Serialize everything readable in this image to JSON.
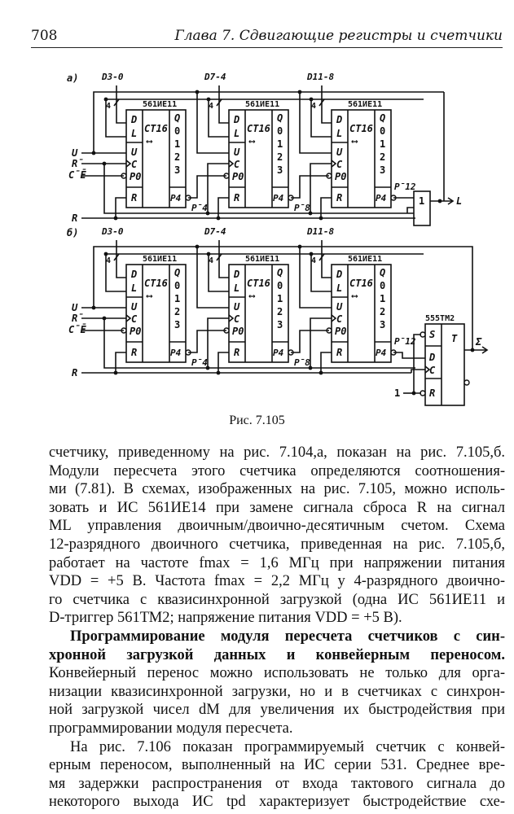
{
  "header": {
    "page_number": "708",
    "chapter_title": "Глава 7. Сдвигающие регистры и счетчики"
  },
  "figure": {
    "caption": "Рис. 7.105",
    "panel_a": {
      "label": "а)",
      "data_inputs": [
        "D3-0",
        "D7-4",
        "D11-8"
      ],
      "chip_name": "561ИЕ11",
      "inputs": [
        "U",
        "R̄",
        "C̄Ē",
        "R"
      ],
      "carry_labels": [
        "P̄4",
        "P̄8",
        "P̄12"
      ],
      "gate_label": "1",
      "output": "L"
    },
    "panel_b": {
      "label": "б)",
      "data_inputs": [
        "D3-0",
        "D7-4",
        "D11-8"
      ],
      "chip_name": "561ИЕ11",
      "inputs": [
        "U",
        "R̄",
        "C̄Ē",
        "R"
      ],
      "carry_labels": [
        "P̄4",
        "P̄8",
        "P̄12"
      ],
      "trigger_name": "555ТМ2",
      "trigger_pins": [
        "S",
        "D",
        "C",
        "R"
      ],
      "trigger_type": "T",
      "const_input": "1",
      "output": "Σ"
    },
    "chip_pins": {
      "dl": [
        "D",
        "L"
      ],
      "ctr": "CT16",
      "arrow": "⟷",
      "q": [
        "Q",
        "0",
        "1",
        "2",
        "3"
      ],
      "mid": [
        "U",
        "C",
        "P0"
      ],
      "reset": "R",
      "carry": "P4",
      "bus_width": "4"
    }
  },
  "body": {
    "lines": [
      {
        "t": "счетчику, приведенному на рис. 7.104,а, показан на рис. 7.105,б."
      },
      {
        "t": "Модули пересчета этого счетчика определяются соотношения-"
      },
      {
        "t": "ми (7.81). В схемах, изображенных на рис. 7.105, можно исполь-"
      },
      {
        "t": "зовать и ИС 561ИЕ14 при замене сигнала сброса R на сигнал"
      },
      {
        "t": "ML управления двоичным/двоично-десятичным счетом. Схема"
      },
      {
        "t": "12-разрядного двоичного счетчика, приведенная на рис. 7.105,б,"
      },
      {
        "t": "работает на частоте fmax = 1,6 МГц при напряжении питания"
      },
      {
        "t": "VDD = +5 В. Частота fmax = 2,2 МГц у 4-разрядного двоично-"
      },
      {
        "t": "го счетчика с квазисинхронной загрузкой (одна ИС 561ИЕ11 и"
      },
      {
        "t": "D-триггер 561ТМ2; напряжение питания VDD = +5 В).",
        "last": true
      },
      {
        "t": "Программирование модуля пересчета счетчиков с син-",
        "bold": true,
        "ind": true
      },
      {
        "t": "хронной загрузкой данных и конвейерным переносом.",
        "bold": true
      },
      {
        "t": "Конвейерный перенос можно использовать не только для орга-"
      },
      {
        "t": "низации квазисинхронной загрузки, но и в счетчиках с синхрон-"
      },
      {
        "t": "ной загрузкой чисел dM для увеличения их быстродействия при"
      },
      {
        "t": "программировании модуля пересчета.",
        "last": true
      },
      {
        "t": "На рис. 7.106 показан программируемый счетчик с конвей-",
        "ind": true
      },
      {
        "t": "ерным переносом, выполненный на ИС серии 531. Среднее вре-"
      },
      {
        "t": "мя задержки распространения от входа тактового сигнала до"
      },
      {
        "t": "некоторого выхода ИС tpd характеризует быстродействие схе-"
      }
    ]
  }
}
